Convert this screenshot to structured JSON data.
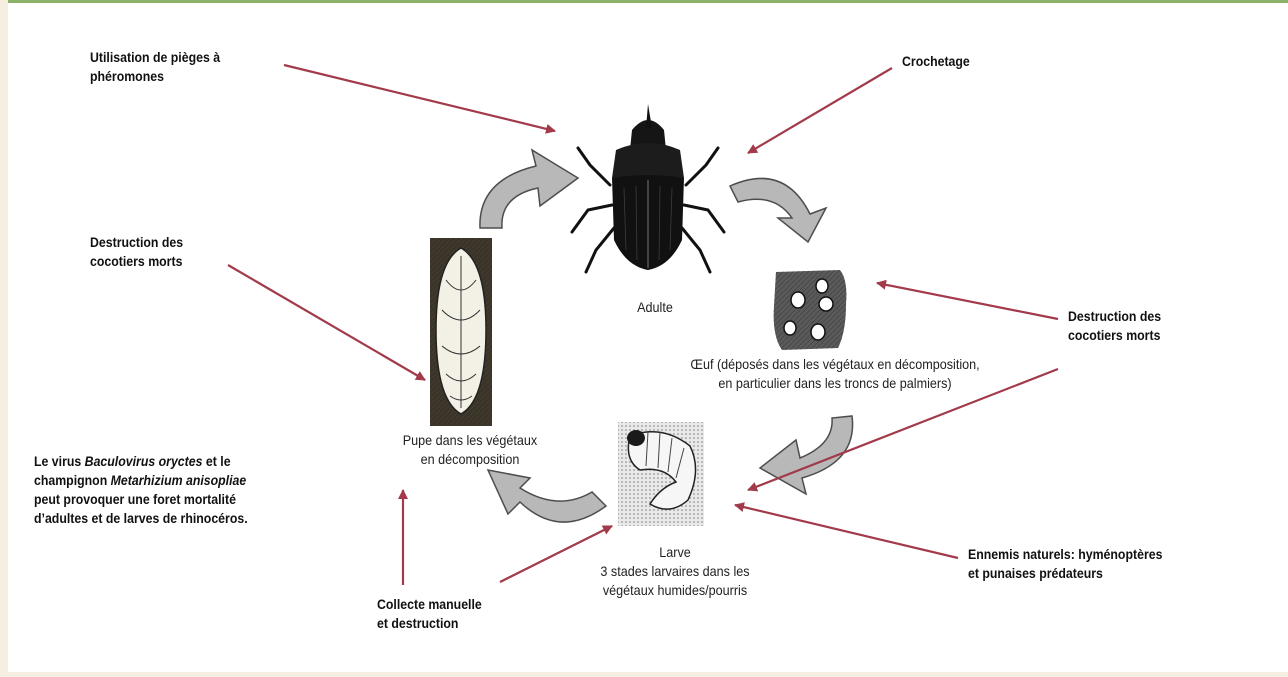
{
  "stages": {
    "adult": "Adulte",
    "egg": [
      "Œuf (déposés dans les végétaux en décomposition,",
      "en particulier dans les troncs de palmiers)"
    ],
    "larva": [
      "Larve",
      "3 stades larvaires dans les",
      "végétaux humides/pourris"
    ],
    "pupa": [
      "Pupe dans les végétaux",
      "en décomposition"
    ]
  },
  "controls": {
    "pheromone_traps": [
      "Utilisation de pièges à",
      "phéromones"
    ],
    "hooking": "Crochetage",
    "destroy_dead_palms_left": [
      "Destruction des",
      "cocotiers morts"
    ],
    "destroy_dead_palms_right": [
      "Destruction des",
      "cocotiers morts"
    ],
    "natural_enemies": [
      "Ennemis naturels: hyménoptères",
      "et punaises prédateurs"
    ],
    "manual_collection": [
      "Collecte manuelle",
      "et destruction"
    ],
    "biocontrol": {
      "l1_a": "Le virus ",
      "l1_b": "Baculovirus oryctes",
      "l1_c": " et le",
      "l2_a": "champignon ",
      "l2_b": "Metarhizium anisopliae",
      "l3": "peut provoquer une foret mortalité",
      "l4": "d’adultes et de larves de rhinocéros."
    }
  },
  "colors": {
    "pointer_arrow": "#a23a4a",
    "cycle_arrow_fill": "#b8b8b8",
    "cycle_arrow_stroke": "#4d4d4d",
    "frame_top": "#8db36a",
    "frame_side": "#f4efe0"
  },
  "icons": {
    "adult": "rhinoceros-beetle-illustration",
    "egg": "egg-in-wood-illustration",
    "larva": "larva-illustration",
    "pupa": "pupa-illustration"
  }
}
